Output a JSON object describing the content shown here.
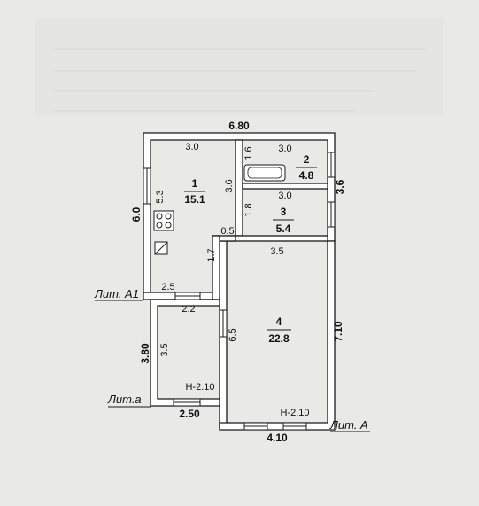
{
  "plan": {
    "overall_width": "6.80",
    "overall_right": "7.10",
    "overall_left_a1": "6.0",
    "overall_left_a": "3.80",
    "bottom_main": "4.10",
    "bottom_a": "2.50",
    "dims": {
      "r1_top": "3.0",
      "r1_side": "5.3",
      "r2_top": "3.0",
      "r2_side": "1.6",
      "r2_right": "3.6",
      "r12_between": "3.6",
      "r3_top": "3.0",
      "r3_side": "1.8",
      "notch": "0.5",
      "r1_low": "1.7",
      "r1_bottom": "2.5",
      "a_top": "2.2",
      "a_side": "3.5",
      "r4_top": "3.5",
      "r4_side": "6.5"
    },
    "rooms": [
      {
        "num": "1",
        "area": "15.1"
      },
      {
        "num": "2",
        "area": "4.8"
      },
      {
        "num": "3",
        "area": "5.4"
      },
      {
        "num": "4",
        "area": "22.8"
      }
    ],
    "heights": {
      "room_a": "Н-2.10",
      "room_4": "Н-2.10"
    },
    "lit": {
      "a1": "Лит. А1",
      "a_small": "Лит.а",
      "a_big": "Лит. А"
    }
  }
}
